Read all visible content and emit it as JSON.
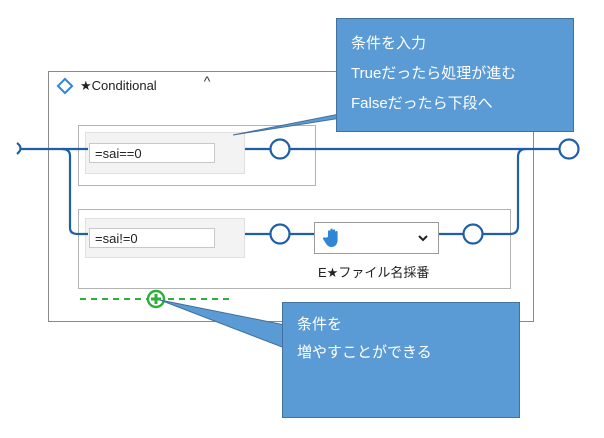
{
  "conditional": {
    "title": "★Conditional",
    "cases": [
      {
        "condition": "=sai==0"
      },
      {
        "condition": "=sai!=0"
      }
    ]
  },
  "activity": {
    "label": "E★ファイル名採番",
    "icon": "hand-pointer-icon"
  },
  "callouts": {
    "top": {
      "lines": [
        "条件を入力",
        "Trueだったら処理が進む",
        "Falseだったら下段へ"
      ]
    },
    "bottom": {
      "lines": [
        "条件を",
        "増やすことができる"
      ]
    }
  },
  "colors": {
    "flow_line": "#1f5fa8",
    "add_case": "#2eae3a",
    "callout_bg": "#5b9bd5",
    "panel_border": "#8a8a8a"
  }
}
